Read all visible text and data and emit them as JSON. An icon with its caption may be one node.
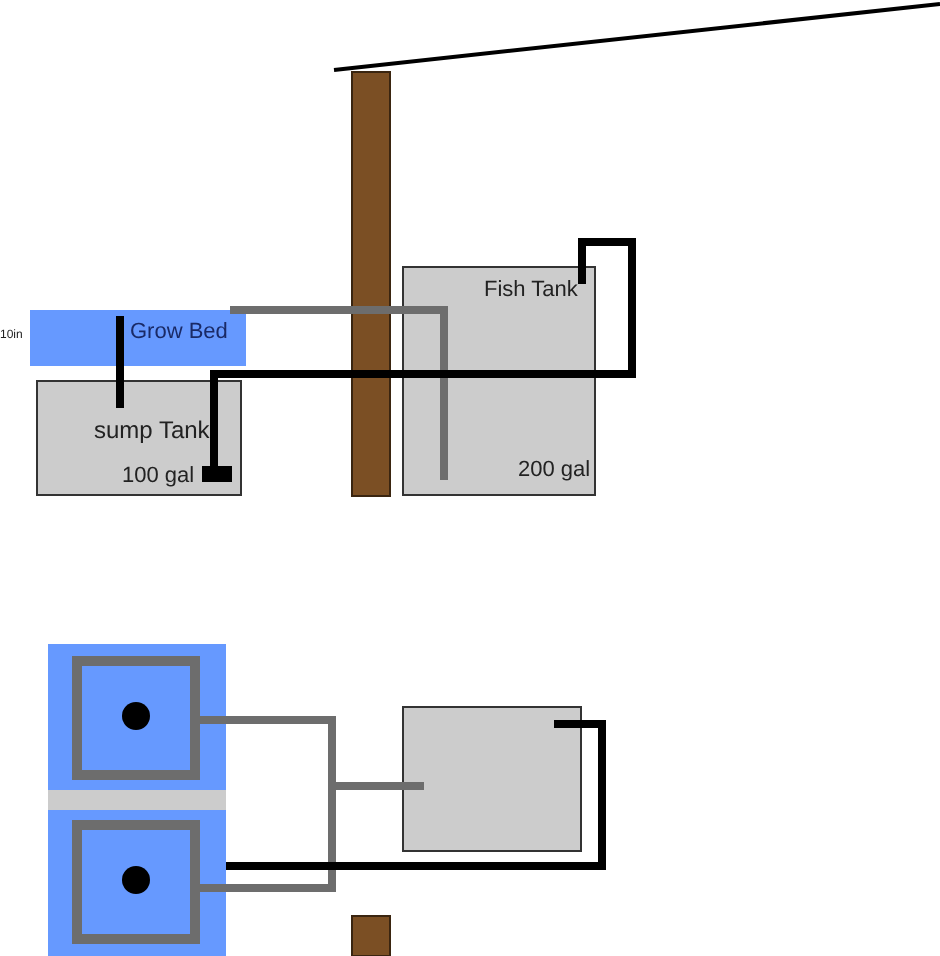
{
  "diagram": {
    "nodes": [
      {
        "text": [
          "Grow Bed"
        ],
        "beside": [
          "10in"
        ]
      },
      {
        "text": [
          "sump Tank",
          "100 gal"
        ]
      },
      {
        "text": [
          "Fish Tank",
          "200 gal"
        ]
      },
      {
        "text": [],
        "shape": "box"
      },
      {
        "text": [],
        "shape": "box"
      },
      {
        "text": [],
        "shape": "box",
        "in": 4
      },
      {
        "text": [],
        "shape": "box",
        "in": 4
      }
    ],
    "edges": [
      {
        "from": 2,
        "to": 0,
        "arrow": "none",
        "color": "#6d6d6d"
      },
      {
        "from": 1,
        "to": 2,
        "arrow": "none",
        "color": "#000000"
      },
      {
        "from": 0,
        "to": 1,
        "arrow": "none",
        "color": "#000000"
      },
      {
        "from": 3,
        "to": 5,
        "arrow": "none",
        "color": "#6d6d6d"
      },
      {
        "from": 3,
        "to": 6,
        "arrow": "none",
        "color": "#6d6d6d"
      },
      {
        "from": 3,
        "to": 4,
        "arrow": "none",
        "color": "#000000"
      }
    ]
  }
}
